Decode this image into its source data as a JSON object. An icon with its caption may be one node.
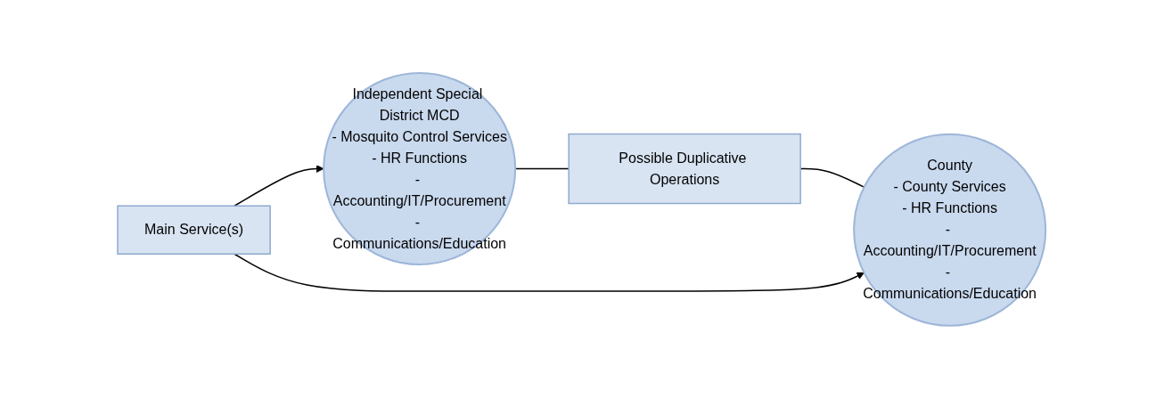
{
  "diagram": {
    "nodes": [
      {
        "text": [
          "Independent Special District MCD",
          "- Mosquito Control Services",
          "- HR Functions",
          "- Accounting/IT/Procurement",
          "- Communications/Education"
        ]
      },
      {
        "text": [
          "Main Service(s)"
        ]
      },
      {
        "text": [
          "Possible Duplicative Operations"
        ]
      },
      {
        "text": [
          "County",
          "- County Services",
          "- HR Functions",
          "- Accounting/IT/Procurement",
          "- Communications/Education"
        ]
      }
    ],
    "edges": [
      {
        "from": 0,
        "to": 2,
        "arrow": "none"
      },
      {
        "from": 2,
        "to": 3,
        "arrow": "none"
      },
      {
        "from": 1,
        "to": 0,
        "arrow": "to"
      },
      {
        "from": 1,
        "to": 3,
        "arrow": "to"
      }
    ]
  }
}
